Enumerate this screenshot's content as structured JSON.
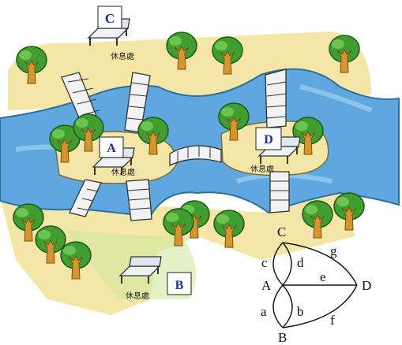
{
  "map": {
    "nodes": [
      {
        "id": "A",
        "label": "A",
        "rest_label": "休息處"
      },
      {
        "id": "B",
        "label": "B",
        "rest_label": "休息處"
      },
      {
        "id": "C",
        "label": "C",
        "rest_label": "休息處"
      },
      {
        "id": "D",
        "label": "D",
        "rest_label": "休息處"
      }
    ]
  },
  "graph": {
    "vertices": [
      "A",
      "B",
      "C",
      "D"
    ],
    "edges": [
      {
        "label": "a",
        "from": "A",
        "to": "B"
      },
      {
        "label": "b",
        "from": "A",
        "to": "B"
      },
      {
        "label": "c",
        "from": "A",
        "to": "C"
      },
      {
        "label": "d",
        "from": "A",
        "to": "C"
      },
      {
        "label": "e",
        "from": "A",
        "to": "D"
      },
      {
        "label": "f",
        "from": "B",
        "to": "D"
      },
      {
        "label": "g",
        "from": "C",
        "to": "D"
      }
    ]
  },
  "colors": {
    "sand": "#f4e6a6",
    "water": "#5fa8df",
    "water_light": "#9fd0ee",
    "grass": "#4caf3c",
    "tree": "#3f9e2f",
    "trunk": "#c98a2a",
    "bench": "#e8eef5",
    "label_blue": "#1c2aa0"
  }
}
